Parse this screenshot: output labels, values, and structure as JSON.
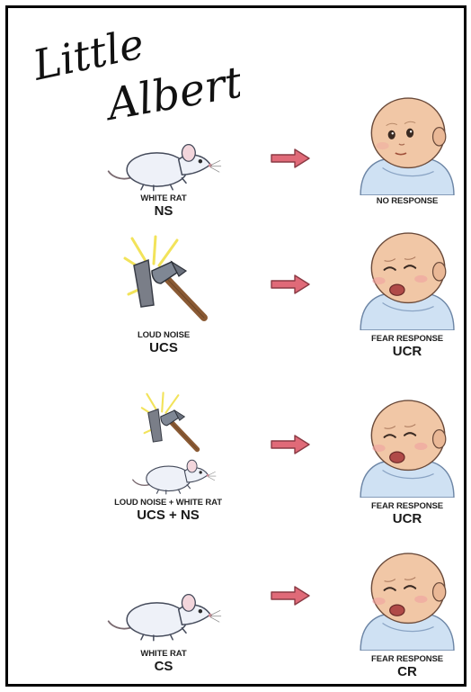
{
  "title": {
    "line1": "Little",
    "line2": "Albert"
  },
  "colors": {
    "arrow_fill": "#e06a78",
    "rat_body": "#eef1f8",
    "rat_outline": "#444a5a",
    "baby_skin": "#f1c7a6",
    "blanket": "#cfe1f3",
    "hammer_head": "#7f8794",
    "hammer_handle": "#8a5a34",
    "spark": "#f2e35a"
  },
  "rows": [
    {
      "stimulus": {
        "icons": [
          "rat-icon"
        ],
        "label": "WHITE RAT",
        "abbr": "NS"
      },
      "response": {
        "icon": "baby-calm-icon",
        "label": "NO RESPONSE",
        "abbr": ""
      }
    },
    {
      "stimulus": {
        "icons": [
          "hammer-icon"
        ],
        "label": "LOUD NOISE",
        "abbr": "UCS"
      },
      "response": {
        "icon": "baby-crying-icon",
        "label": "FEAR RESPONSE",
        "abbr": "UCR"
      }
    },
    {
      "stimulus": {
        "icons": [
          "hammer-icon",
          "rat-icon"
        ],
        "label": "LOUD NOISE + WHITE RAT",
        "abbr": "UCS + NS"
      },
      "response": {
        "icon": "baby-crying-icon",
        "label": "FEAR RESPONSE",
        "abbr": "UCR"
      }
    },
    {
      "stimulus": {
        "icons": [
          "rat-icon"
        ],
        "label": "WHITE RAT",
        "abbr": "CS"
      },
      "response": {
        "icon": "baby-crying-icon",
        "label": "FEAR RESPONSE",
        "abbr": "CR"
      }
    }
  ]
}
